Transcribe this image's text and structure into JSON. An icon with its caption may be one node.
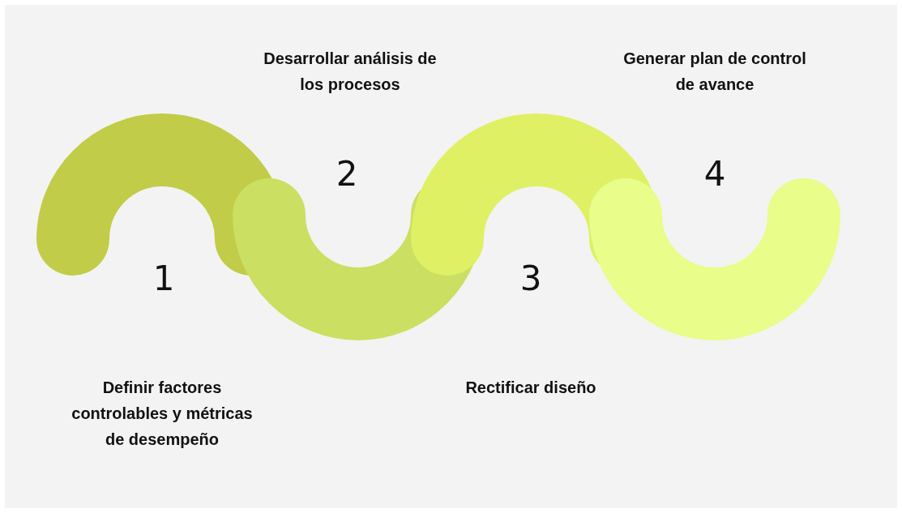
{
  "diagram": {
    "nodes": [
      {
        "text": [
          "1",
          "Definir factores controlables y métricas de desempeño"
        ]
      },
      {
        "text": [
          "Desarrollar análisis de los procesos",
          "2"
        ]
      },
      {
        "text": [
          "3",
          "Rectificar diseño"
        ]
      },
      {
        "text": [
          "Generar plan de control de avance",
          "4"
        ]
      }
    ]
  }
}
